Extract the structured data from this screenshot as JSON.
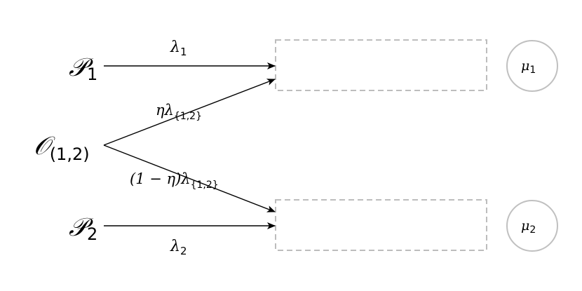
{
  "sources": [
    {
      "symbol": "𝒫",
      "subscript": "1"
    },
    {
      "symbol": "𝒪",
      "subscript": "(1,2)"
    },
    {
      "symbol": "𝒫",
      "subscript": "2"
    }
  ],
  "edge_labels": {
    "lambda1": {
      "symbol": "λ",
      "subscript": "1"
    },
    "eta_lambda": {
      "prefix": "ηλ",
      "subscript": "{1,2}"
    },
    "one_minus_eta_lambda": {
      "prefix": "(1 − η)λ",
      "subscript": "{1,2}"
    },
    "lambda2": {
      "symbol": "λ",
      "subscript": "2"
    }
  },
  "servers": [
    {
      "symbol": "μ",
      "subscript": "1"
    },
    {
      "symbol": "μ",
      "subscript": "2"
    }
  ],
  "colors": {
    "line": "#000000",
    "queue_border": "#bdbdbd",
    "server_border": "#c0c0c0"
  }
}
